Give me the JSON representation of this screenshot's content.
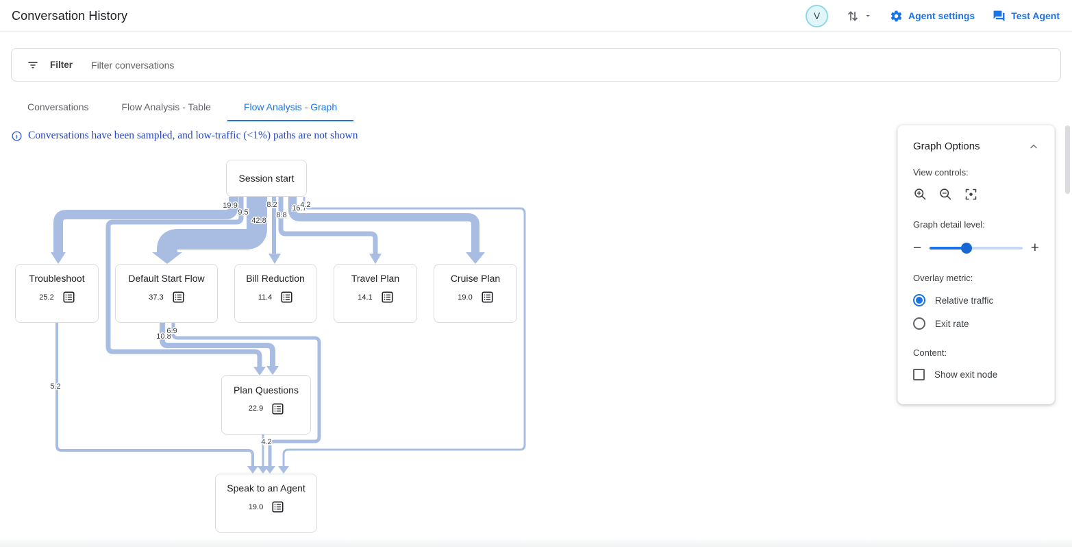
{
  "header": {
    "title": "Conversation History",
    "avatar_initial": "V",
    "agent_settings_label": "Agent settings",
    "test_agent_label": "Test Agent"
  },
  "filter_bar": {
    "label": "Filter",
    "placeholder": "Filter conversations"
  },
  "tabs": [
    {
      "label": "Conversations",
      "active": false
    },
    {
      "label": "Flow Analysis - Table",
      "active": false
    },
    {
      "label": "Flow Analysis - Graph",
      "active": true
    }
  ],
  "notice": {
    "text": "Conversations have been sampled, and low-traffic (<1%) paths are not shown"
  },
  "flow_graph": {
    "type": "flow-graph",
    "overlay_metric_shown": "Relative traffic",
    "nodes": [
      {
        "id": "session-start",
        "label": "Session start",
        "value": null
      },
      {
        "id": "troubleshoot",
        "label": "Troubleshoot",
        "value": "25.2"
      },
      {
        "id": "default-start-flow",
        "label": "Default Start Flow",
        "value": "37.3"
      },
      {
        "id": "bill-reduction",
        "label": "Bill Reduction",
        "value": "11.4"
      },
      {
        "id": "travel-plan",
        "label": "Travel Plan",
        "value": "14.1"
      },
      {
        "id": "cruise-plan",
        "label": "Cruise Plan",
        "value": "19.0"
      },
      {
        "id": "plan-questions",
        "label": "Plan Questions",
        "value": "22.9"
      },
      {
        "id": "speak-to-an-agent",
        "label": "Speak to an Agent",
        "value": "19.0"
      }
    ],
    "edges": [
      {
        "id": "e-start-troubleshoot",
        "from": "session-start",
        "to": "troubleshoot",
        "value": "19.9"
      },
      {
        "id": "e-start-planquestions",
        "from": "session-start",
        "to": "plan-questions",
        "value": "9.5"
      },
      {
        "id": "e-start-defaultflow",
        "from": "session-start",
        "to": "default-start-flow",
        "value": "42.8"
      },
      {
        "id": "e-start-billreduction",
        "from": "session-start",
        "to": "bill-reduction",
        "value": "8.2"
      },
      {
        "id": "e-start-travelplan",
        "from": "session-start",
        "to": "travel-plan",
        "value": "8.8"
      },
      {
        "id": "e-start-cruiseplan",
        "from": "session-start",
        "to": "cruise-plan",
        "value": "16.7"
      },
      {
        "id": "e-start-speakagent",
        "from": "session-start",
        "to": "speak-to-an-agent",
        "value": "4.2"
      },
      {
        "id": "e-troubleshoot-speakagent",
        "from": "troubleshoot",
        "to": "speak-to-an-agent",
        "value": "5.2"
      },
      {
        "id": "e-defaultflow-planquestions",
        "from": "default-start-flow",
        "to": "plan-questions",
        "value": "10.8"
      },
      {
        "id": "e-defaultflow-speakagent",
        "from": "default-start-flow",
        "to": "speak-to-an-agent",
        "value": "6.9"
      },
      {
        "id": "e-planquestions-speakagent",
        "from": "plan-questions",
        "to": "speak-to-an-agent",
        "value": "4.2"
      }
    ]
  },
  "graph_options": {
    "title": "Graph Options",
    "view_controls_label": "View controls:",
    "detail_level_label": "Graph detail level:",
    "detail_level_percent": 40,
    "overlay_metric_label": "Overlay metric:",
    "overlay_options": [
      {
        "label": "Relative traffic",
        "selected": true
      },
      {
        "label": "Exit rate",
        "selected": false
      }
    ],
    "content_label": "Content:",
    "show_exit_node": {
      "label": "Show exit node",
      "checked": false
    }
  },
  "colors": {
    "accent_blue": "#1a73e8",
    "ribbon": "#a9bde3",
    "notice_blue": "#2448c8",
    "node_border": "#dadce0"
  }
}
